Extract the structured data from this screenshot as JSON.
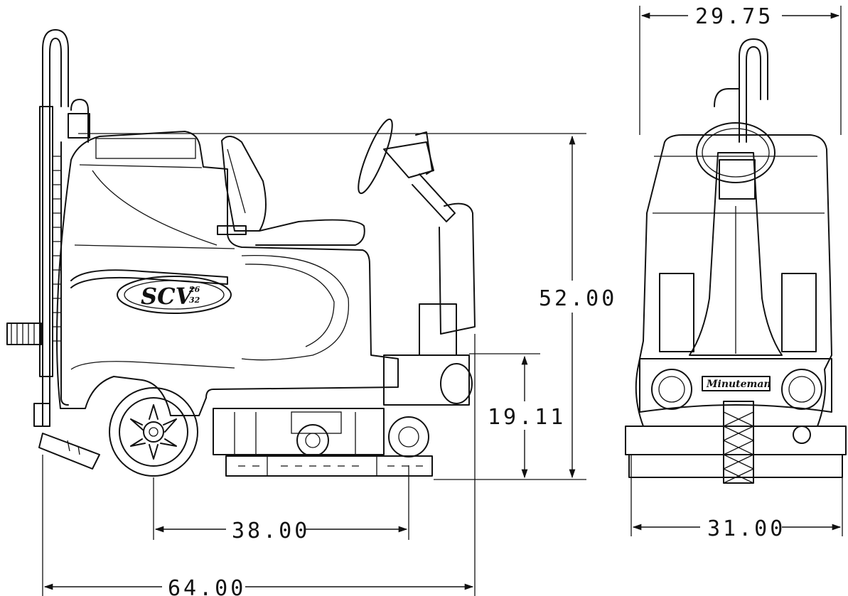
{
  "dimensions": {
    "rear_width": "29.75",
    "overall_height": "52.00",
    "deck_height": "19.11",
    "wheelbase": "38.00",
    "overall_length": "64.00",
    "front_width": "31.00"
  },
  "branding": {
    "model_badge": "SCV",
    "model_sizes_top": "26",
    "model_sizes_bottom": "32",
    "maker_badge": "Minuteman"
  },
  "colors": {
    "ink": "#111111",
    "paper": "#ffffff"
  }
}
